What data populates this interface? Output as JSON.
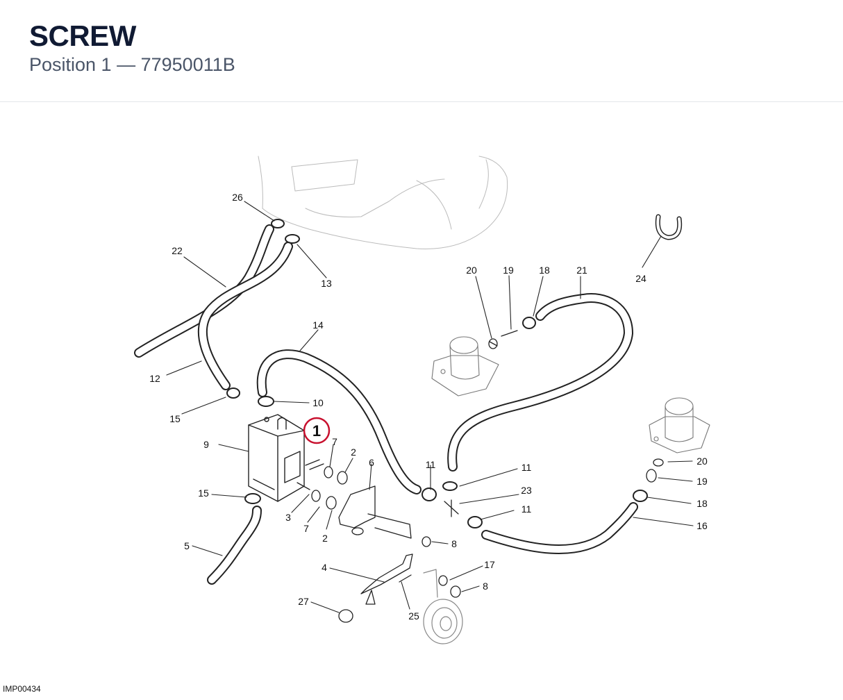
{
  "header": {
    "title": "SCREW",
    "position_label": "Position 1",
    "separator": "—",
    "part_number": "77950011B"
  },
  "diagram": {
    "image_code": "IMP00434",
    "highlight": {
      "number": "1",
      "color": "#c8102e"
    },
    "callouts": [
      "26",
      "22",
      "13",
      "12",
      "14",
      "15",
      "10",
      "9",
      "7",
      "2",
      "6",
      "3",
      "15",
      "7",
      "2",
      "5",
      "11",
      "11",
      "23",
      "11",
      "8",
      "4",
      "17",
      "8",
      "27",
      "25",
      "20",
      "19",
      "18",
      "21",
      "24",
      "20",
      "19",
      "18",
      "16"
    ]
  }
}
